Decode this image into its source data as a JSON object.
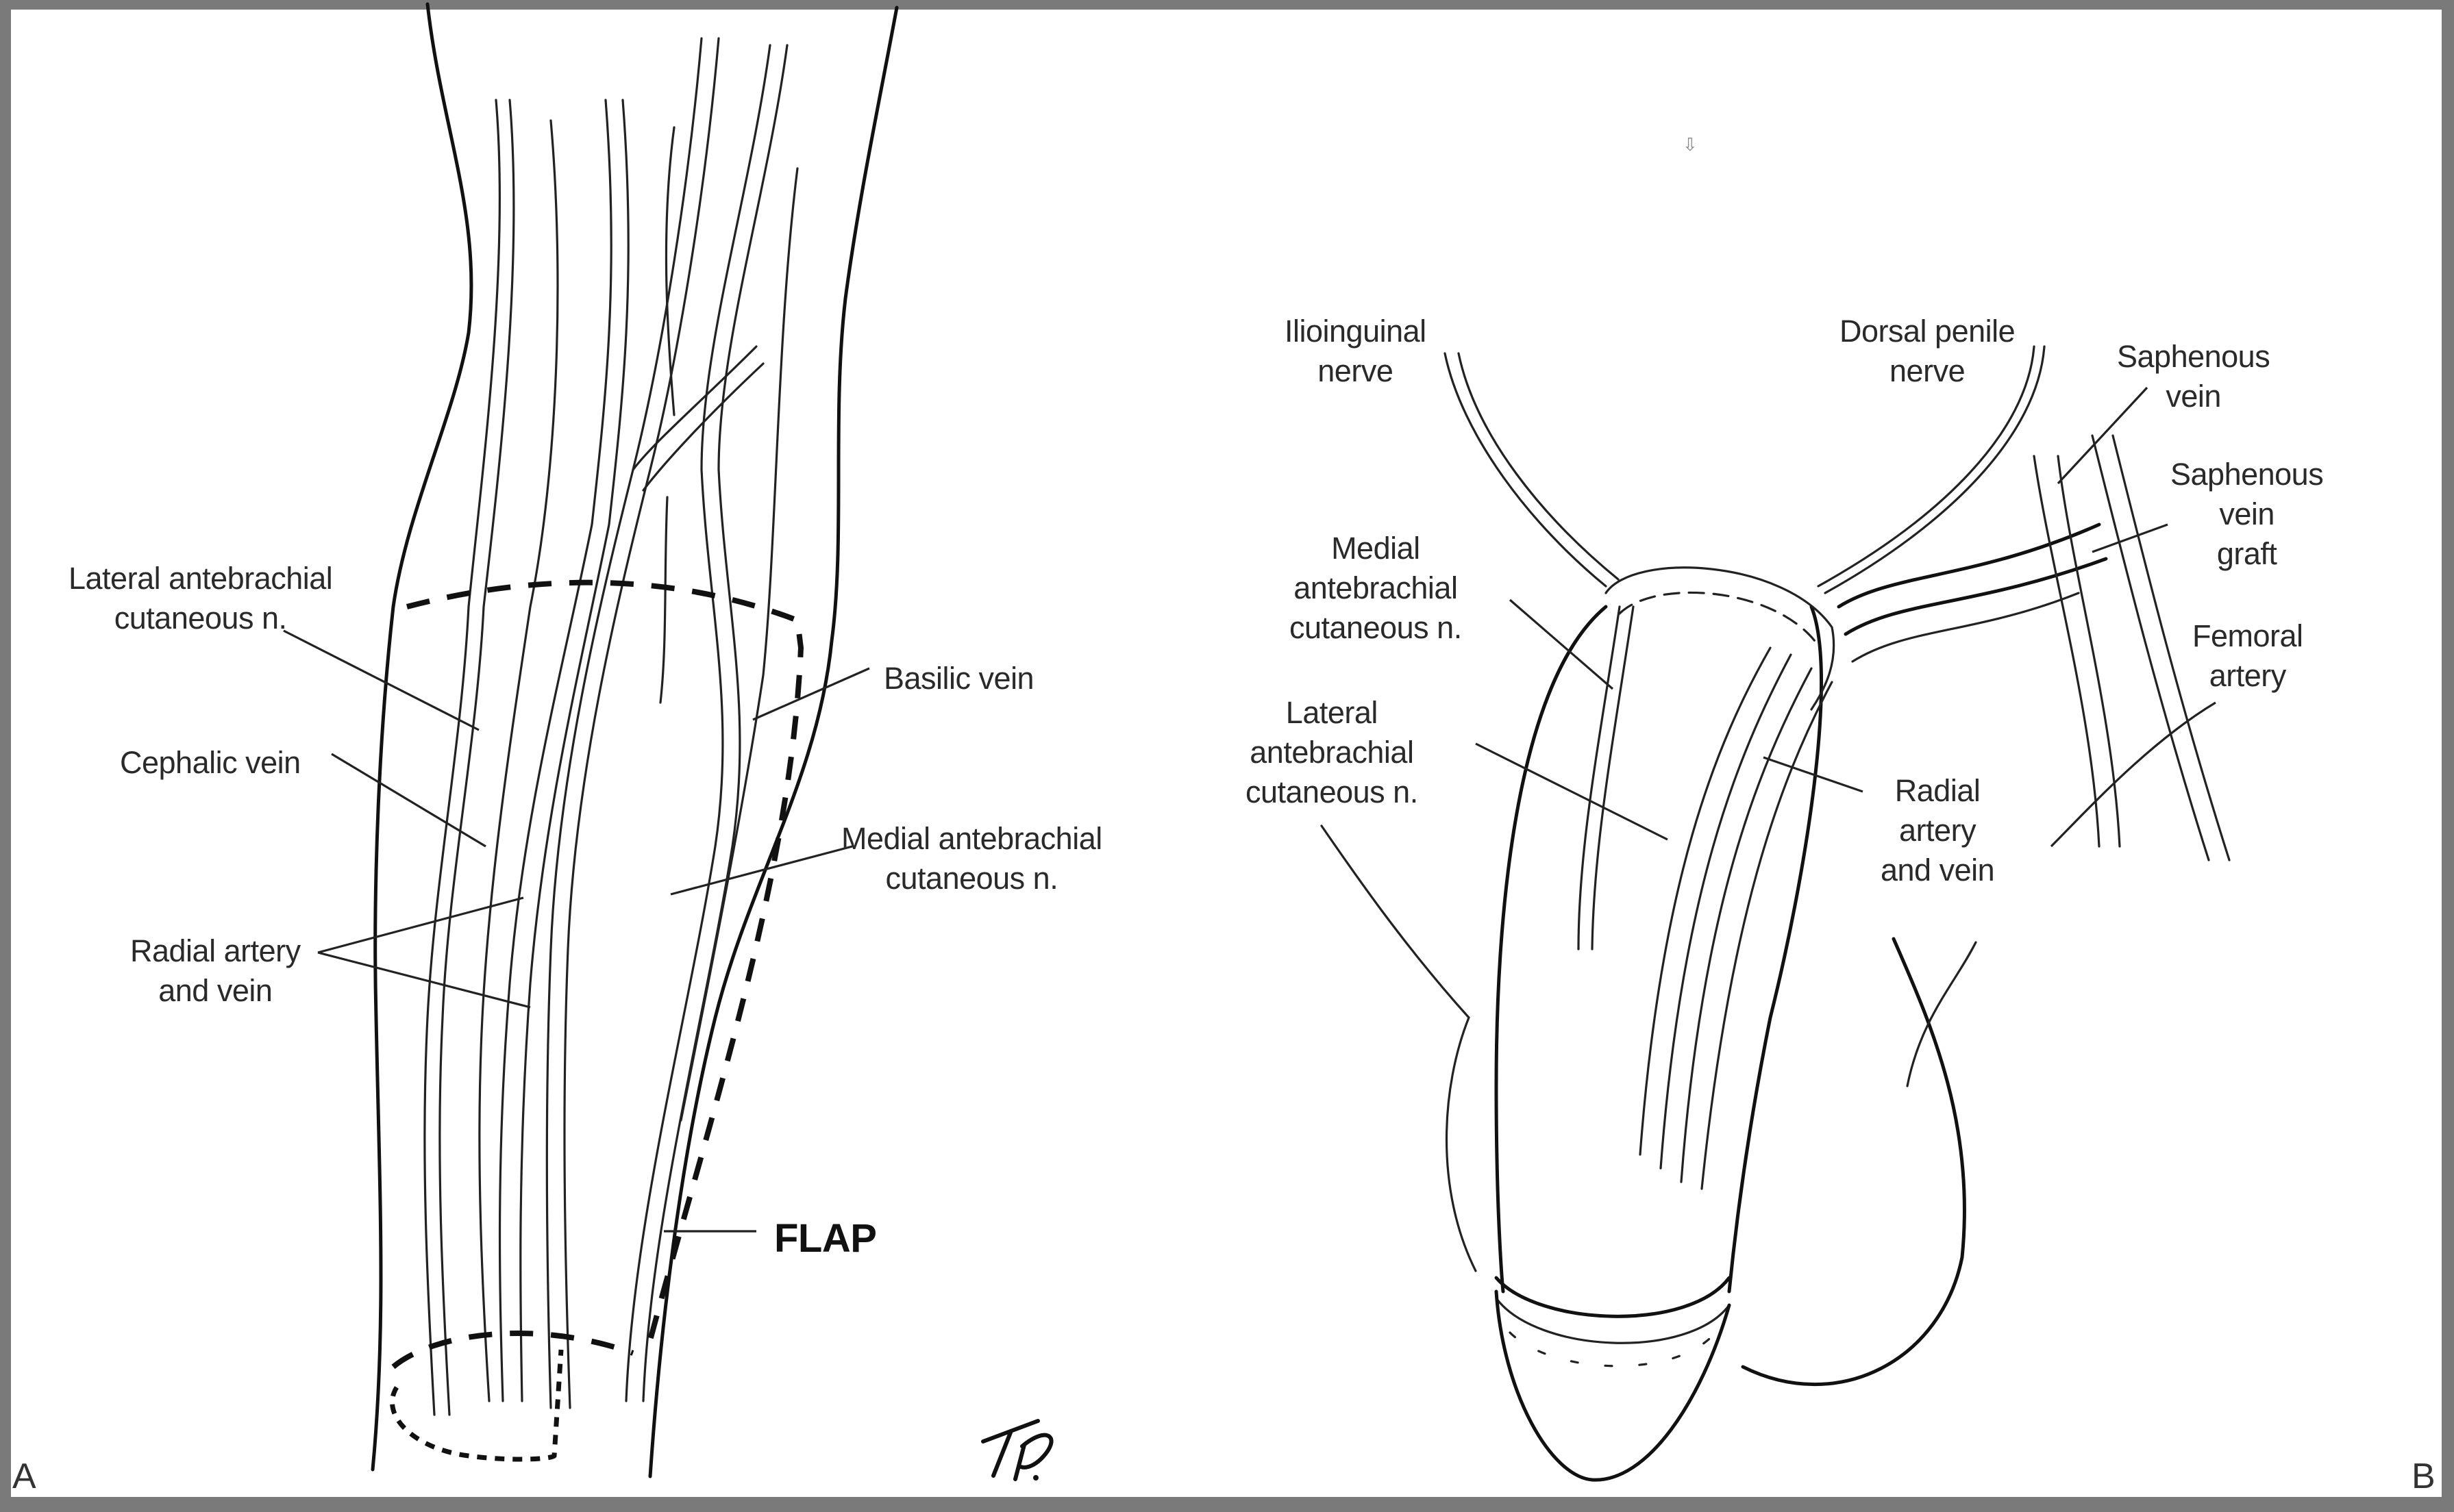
{
  "figure": {
    "panel_a": {
      "letter": "A",
      "labels": {
        "lateral_antebrachial": "Lateral antebrachial\ncutaneous n.",
        "cephalic_vein": "Cephalic vein",
        "radial_artery_vein": "Radial artery\nand vein",
        "basilic_vein": "Basilic vein",
        "medial_antebrachial": "Medial antebrachial\ncutaneous n.",
        "flap": "FLAP"
      },
      "signature": "TP"
    },
    "panel_b": {
      "letter": "B",
      "labels": {
        "ilioinguinal_nerve": "Ilioinguinal\nnerve",
        "dorsal_penile_nerve": "Dorsal penile\nnerve",
        "saphenous_vein": "Saphenous\nvein",
        "saphenous_vein_graft": "Saphenous\nvein\ngraft",
        "femoral_artery": "Femoral\nartery",
        "medial_antebrachial": "Medial\nantebrachial\ncutaneous n.",
        "lateral_antebrachial": "Lateral\nantebrachial\ncutaneous n.",
        "radial_artery_vein": "Radial\nartery\nand vein"
      },
      "marker_icon": "down-arrow-icon"
    },
    "colors": {
      "frame": "#7a7a7a",
      "background": "#ffffff",
      "ink": "#111111"
    }
  }
}
